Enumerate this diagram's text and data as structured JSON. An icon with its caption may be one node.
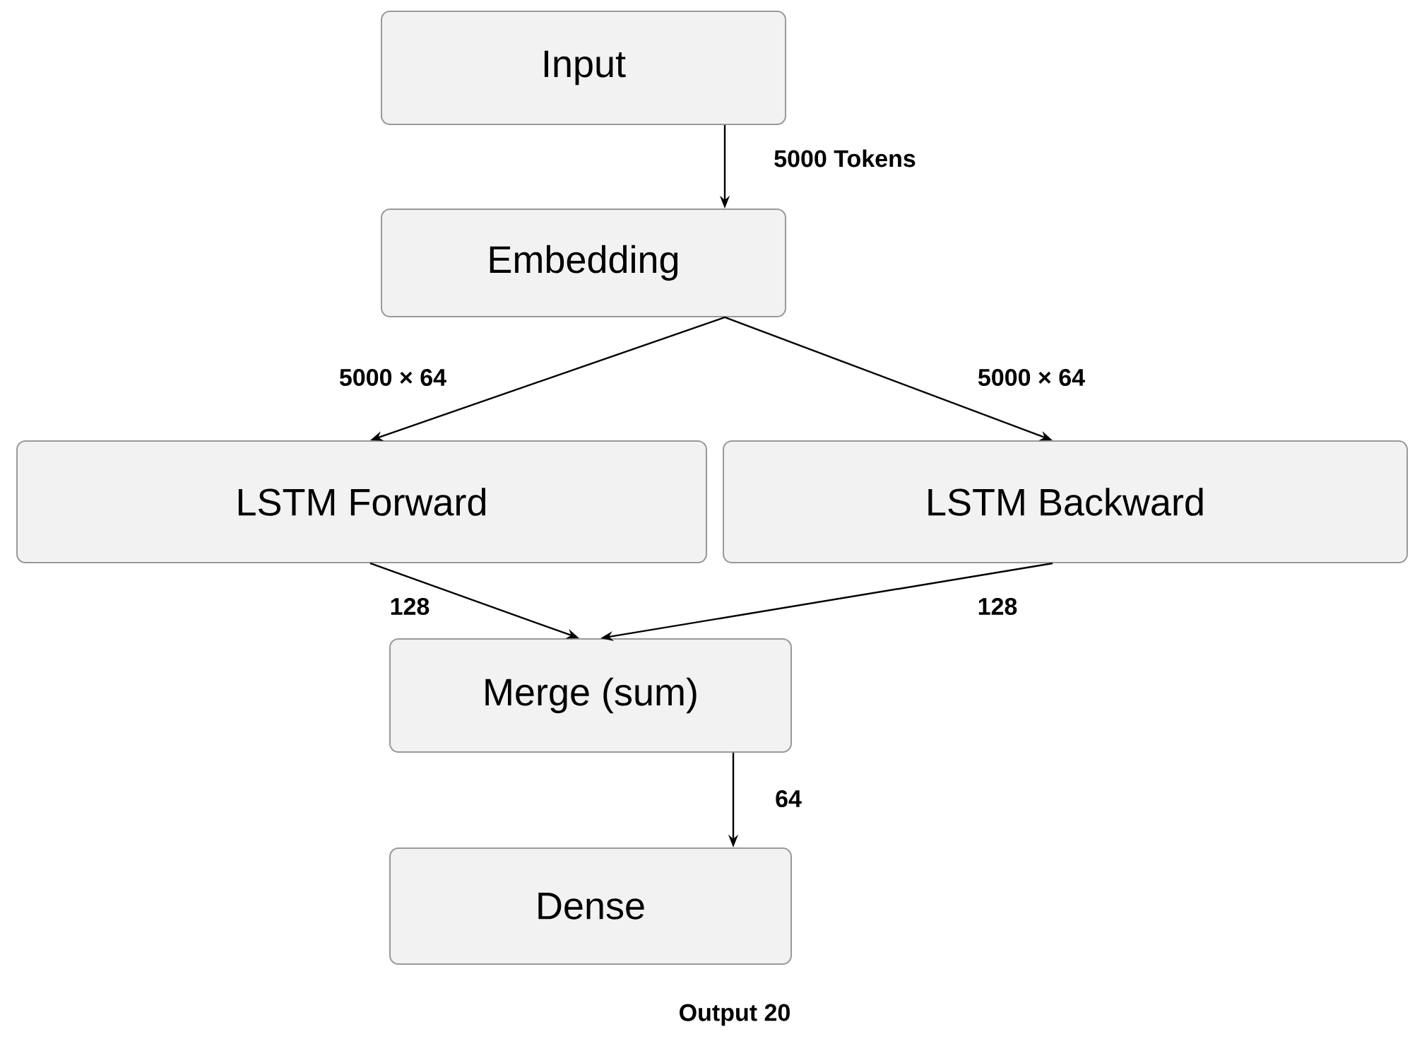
{
  "diagram": {
    "nodes": [
      {
        "text": [
          "Input"
        ]
      },
      {
        "text": [
          "Embedding"
        ]
      },
      {
        "text": [
          "LSTM Forward"
        ]
      },
      {
        "text": [
          "LSTM Backward"
        ]
      },
      {
        "text": [
          "Merge (sum)"
        ]
      },
      {
        "text": [
          "Dense"
        ],
        "beside": [
          "Output 20"
        ]
      }
    ],
    "edges": [
      {
        "from": 0,
        "to": 1,
        "arrow": "to",
        "label": "5000 Tokens"
      },
      {
        "from": 1,
        "to": 2,
        "arrow": "to",
        "label": "5000 × 64"
      },
      {
        "from": 1,
        "to": 3,
        "arrow": "to",
        "label": "5000 × 64"
      },
      {
        "from": 2,
        "to": 4,
        "arrow": "to",
        "label": "128"
      },
      {
        "from": 3,
        "to": 4,
        "arrow": "to",
        "label": "128"
      },
      {
        "from": 4,
        "to": 5,
        "arrow": "to",
        "label": "64"
      }
    ]
  }
}
